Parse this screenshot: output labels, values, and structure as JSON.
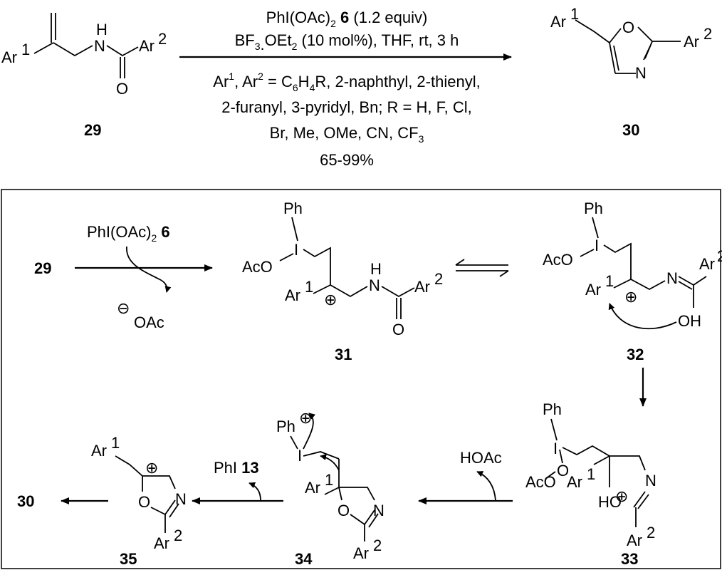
{
  "top": {
    "reagent_line1": [
      "PhI(OAc)",
      "2",
      " ",
      "6",
      " (1.2 equiv)"
    ],
    "reagent_line2": [
      "BF",
      "3",
      ".",
      "OEt",
      "2",
      " (10 mol%), THF, rt, 3 h"
    ],
    "scope_line1": [
      "Ar",
      "1",
      ", Ar",
      "2",
      " = C",
      "6",
      "H",
      "4",
      "R, 2-naphthyl, 2-thienyl,"
    ],
    "scope_line2": "2-furanyl, 3-pyridyl, Bn; R = H, F, Cl,",
    "scope_line3": [
      "Br, Me, OMe, CN, CF",
      "3"
    ],
    "yield": "65-99%",
    "sm_label": "29",
    "product_label": "30"
  },
  "atoms": {
    "ar": "Ar",
    "sup1": "1",
    "sup2": "2",
    "H": "H",
    "N": "N",
    "O": "O",
    "OH": "OH",
    "HO": "HO",
    "I": "I",
    "Ph": "Ph",
    "AcO": "AcO",
    "OAc": "OAc",
    "plus": "⊕",
    "minus": "⊖"
  },
  "mech": {
    "start_label": "29",
    "reagent": [
      "PhI(OAc)",
      "2",
      " ",
      "6"
    ],
    "byproduct": "OAc",
    "compound_31": "31",
    "compound_32": "32",
    "compound_33": "33",
    "compound_34": "34",
    "compound_35": "35",
    "hoac": "HOAc",
    "phi": [
      "PhI ",
      "13"
    ],
    "end_label": "30"
  }
}
